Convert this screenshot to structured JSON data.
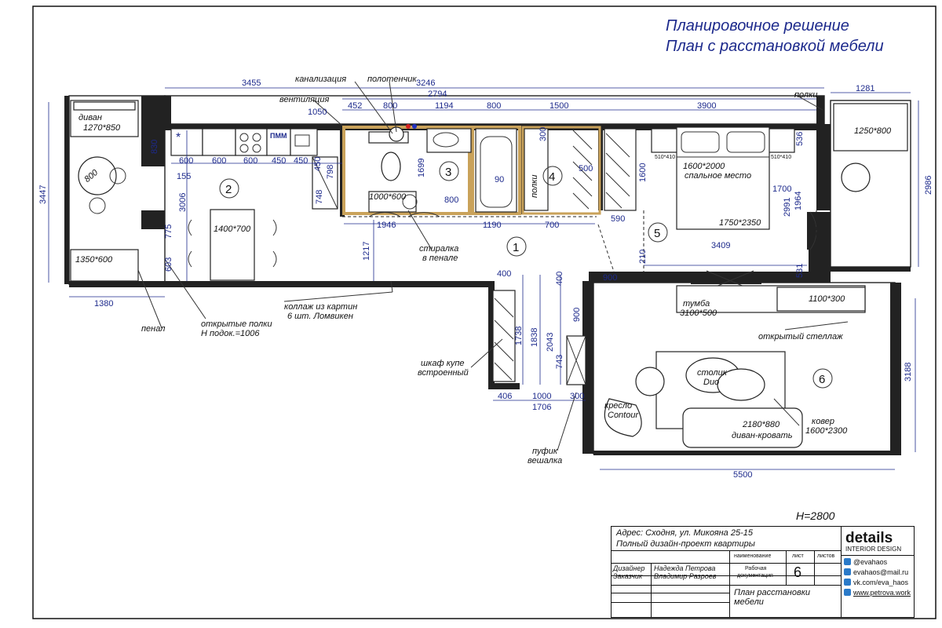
{
  "titles": {
    "line1": "Планировочное решение",
    "line2": "План с расстановкой мебели"
  },
  "height_note": "H=2800",
  "dimensions": {
    "top": [
      "3455",
      "3246",
      "2794",
      "452",
      "800",
      "1194",
      "800",
      "1500",
      "3900",
      "1281"
    ],
    "second_row": [
      "1050"
    ],
    "kitchen": [
      "600",
      "600",
      "600",
      "450",
      "450",
      "155",
      "830"
    ],
    "left": [
      "3447",
      "3006",
      "775",
      "603"
    ],
    "bath": [
      "1699",
      "800",
      "90",
      "1946",
      "1190",
      "700",
      "1217"
    ],
    "closet": [
      "500",
      "300",
      "590",
      "1600"
    ],
    "bedroom": [
      "1700",
      "2991",
      "1964",
      "536",
      "3409",
      "210",
      "531",
      "900",
      "2986"
    ],
    "hall": [
      "400",
      "400",
      "900",
      "743",
      "1738",
      "1838",
      "2043",
      "406",
      "1000",
      "300",
      "1706"
    ],
    "living": [
      "3188",
      "5500"
    ],
    "bottom_left": [
      "1380"
    ]
  },
  "room_numbers": [
    "1",
    "2",
    "3",
    "4",
    "5",
    "6"
  ],
  "callouts": {
    "kanalizatsiya": "канализация",
    "polotenchik": "полотенчик",
    "ventilyatsiya": "вентиляция",
    "polki": "полки",
    "stiralka_1": "стиралка",
    "stiralka_2": "в пенале",
    "kollazh_1": "коллаж из картин",
    "kollazh_2": "6 шт. Ломвикен",
    "penal": "пенал",
    "open_shelves_1": "открытые полки",
    "open_shelves_2": "Н подок.=1006",
    "wardrobe_1": "шкаф купе",
    "wardrobe_2": "встроенный",
    "pufik_1": "пуфик",
    "pufik_2": "вешалка",
    "tumba_1": "тумба",
    "tumba_2": "3100*500",
    "open_rack": "открытый стеллаж",
    "rack_size": "1100*300",
    "kovr_1": "ковер",
    "kovr_2": "1600*2300",
    "stolik_1": "столик",
    "stolik_2": "Duo",
    "kreslo_1": "кресло",
    "kreslo_2": "Contour",
    "divan_krovat_1": "2180*880",
    "divan_krovat_2": "диван-кровать"
  },
  "furniture": {
    "sofa_label": "диван",
    "sofa_size": "1270*850",
    "table_size": "800",
    "bench_size": "1350*600",
    "dining_size": "1400*700",
    "pmm": "ПММ",
    "washer_size": "1000*600",
    "bed_size": "1600*2000",
    "bed_label": "спальное место",
    "mattress_size": "1750*2350",
    "nightstand_left": "510*410",
    "nightstand_right": "510*410",
    "desk_size": "1250*800",
    "polki_label": "полки",
    "kitchen_450": "450",
    "kitchen_748": "748",
    "kitchen_798": "798"
  },
  "stamp": {
    "address": "Адрес: Сходня, ул. Микояна 25-15",
    "project": "Полный дизайн-проект квартиры",
    "naimenovanie": "наименование",
    "list": "лист",
    "listov": "листов",
    "designer_role": "Дизайнер",
    "designer_name": "Надежда Петрова",
    "customer_role": "Заказчик",
    "customer_name": "Владимир Разроев",
    "doc_type_1": "Рабочая",
    "doc_type_2": "документация",
    "sheet_number": "6",
    "sheet_title_1": "План расстановки",
    "sheet_title_2": "мебели",
    "logo_1": "details",
    "logo_2": "INTERIOR DESIGN",
    "contacts": [
      "@evahaos",
      "evahaos@mail.ru",
      "vk.com/eva_haos",
      "www.petrova.work"
    ]
  },
  "colors": {
    "ink": "#1d2a8c",
    "wall": "#222222",
    "wet_zone": "#c9a25a"
  }
}
